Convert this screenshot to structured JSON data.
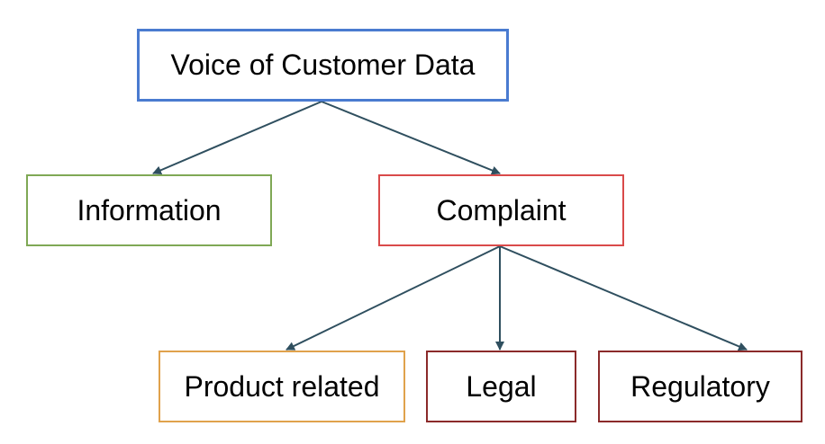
{
  "nodes": {
    "root": {
      "label": "Voice of Customer Data",
      "color": "#4a7bd0"
    },
    "information": {
      "label": "Information",
      "color": "#7fa855"
    },
    "complaint": {
      "label": "Complaint",
      "color": "#d94a4a"
    },
    "product_related": {
      "label": "Product related",
      "color": "#e0a24c"
    },
    "legal": {
      "label": "Legal",
      "color": "#8b2a2a"
    },
    "regulatory": {
      "label": "Regulatory",
      "color": "#8b2a2a"
    }
  },
  "edges": [
    {
      "from": "root",
      "to": "information"
    },
    {
      "from": "root",
      "to": "complaint"
    },
    {
      "from": "complaint",
      "to": "product_related"
    },
    {
      "from": "complaint",
      "to": "legal"
    },
    {
      "from": "complaint",
      "to": "regulatory"
    }
  ],
  "arrow_color": "#2f4f5f"
}
